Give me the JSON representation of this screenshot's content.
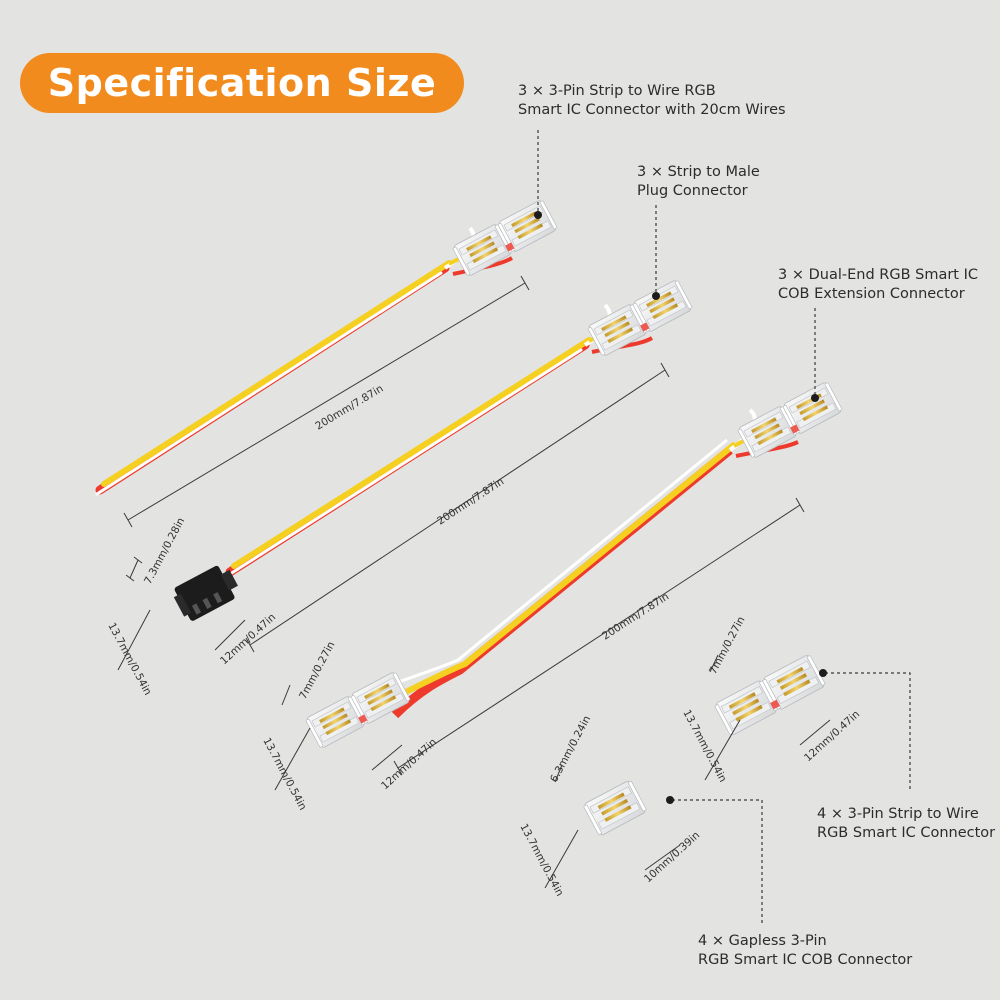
{
  "title": "Specification Size",
  "callouts": {
    "strip_to_wire_20cm": [
      "3 × 3-Pin Strip to Wire RGB",
      "Smart IC Connector with 20cm Wires"
    ],
    "strip_to_male_plug": [
      "3 × Strip to Male",
      "Plug Connector"
    ],
    "dual_end_extension": [
      "3 × Dual-End RGB Smart IC",
      "COB Extension Connector"
    ],
    "strip_to_wire_4x": [
      "4 × 3-Pin Strip to Wire",
      "RGB Smart IC Connector"
    ],
    "gapless": [
      "4 × Gapless 3-Pin",
      "RGB Smart IC COB Connector"
    ]
  },
  "dimensions": {
    "wire_length_1": "200mm/7.87in",
    "wire_length_2": "200mm/7.87in",
    "wire_length_3": "200mm/7.87in",
    "plug_height": "7.3mm/0.28in",
    "plug_width": "13.7mm/0.54in",
    "plug_depth": "12mm/0.47in",
    "ext_height": "7mm/0.27in",
    "ext_width": "13.7mm/0.54in",
    "ext_depth": "12mm/0.47in",
    "s2w_height": "7mm/0.27in",
    "s2w_width": "13.7mm/0.54in",
    "s2w_depth": "12mm/0.47in",
    "gapless_height": "6.3mm/0.24in",
    "gapless_width": "13.7mm/0.54in",
    "gapless_depth": "10mm/0.39in"
  },
  "colors": {
    "accent": "#f28b1e",
    "wire_red": "#ee3a2c",
    "wire_yellow": "#f5d020",
    "wire_white": "#ffffff",
    "plug_black": "#1c1c1c"
  }
}
